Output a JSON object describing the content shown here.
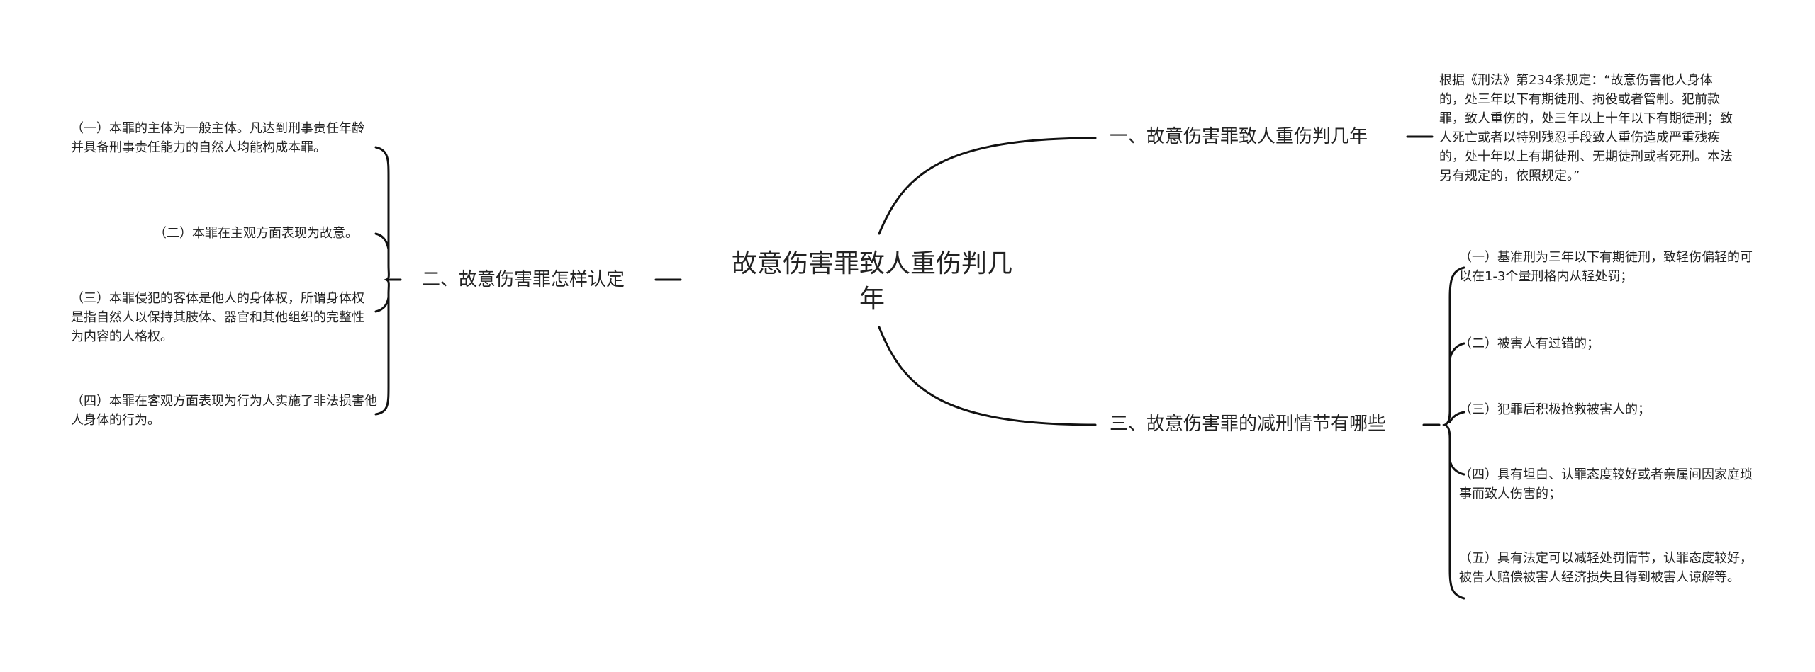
{
  "central": "故意伤害罪致人重伤判几年",
  "branches": {
    "b1": {
      "label": "一、故意伤害罪致人重伤判几年",
      "leaves": [
        "根据《刑法》第234条规定：“故意伤害他人身体的，处三年以下有期徒刑、拘役或者管制。犯前款罪，致人重伤的，处三年以上十年以下有期徒刑；致人死亡或者以特别残忍手段致人重伤造成严重残疾的，处十年以上有期徒刑、无期徒刑或者死刑。本法另有规定的，依照规定。”"
      ]
    },
    "b2": {
      "label": "二、故意伤害罪怎样认定",
      "leaves": [
        "（一）本罪的主体为一般主体。凡达到刑事责任年龄并具备刑事责任能力的自然人均能构成本罪。",
        "（二）本罪在主观方面表现为故意。",
        "（三）本罪侵犯的客体是他人的身体权，所谓身体权是指自然人以保持其肢体、器官和其他组织的完整性为内容的人格权。",
        "（四）本罪在客观方面表现为行为人实施了非法损害他人身体的行为。"
      ]
    },
    "b3": {
      "label": "三、故意伤害罪的减刑情节有哪些",
      "leaves": [
        "（一）基准刑为三年以下有期徒刑，致轻伤偏轻的可以在1-3个量刑格内从轻处罚；",
        "（二）被害人有过错的；",
        "（三）犯罪后积极抢救被害人的；",
        "（四）具有坦白、认罪态度较好或者亲属间因家庭琐事而致人伤害的；",
        "（五）具有法定可以减轻处罚情节，认罪态度较好，被告人赔偿被害人经济损失且得到被害人谅解等。"
      ]
    }
  }
}
